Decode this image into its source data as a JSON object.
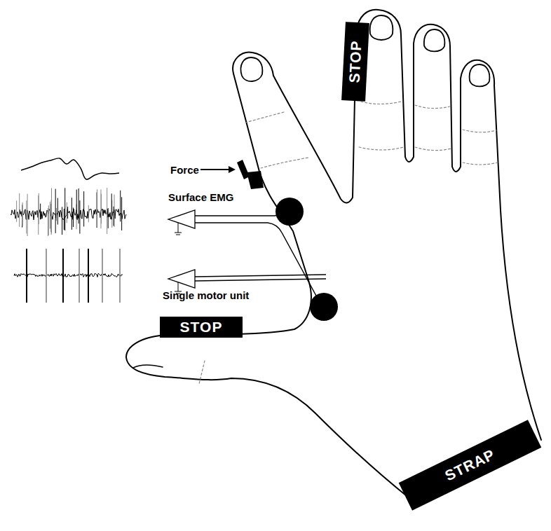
{
  "diagram": {
    "nodes": [
      {
        "text": [
          "STOP"
        ]
      },
      {
        "text": [
          "STOP"
        ]
      },
      {
        "text": [
          "STRAP"
        ]
      }
    ],
    "labels": [
      "Force",
      "Surface EMG",
      "Single motor unit"
    ]
  }
}
